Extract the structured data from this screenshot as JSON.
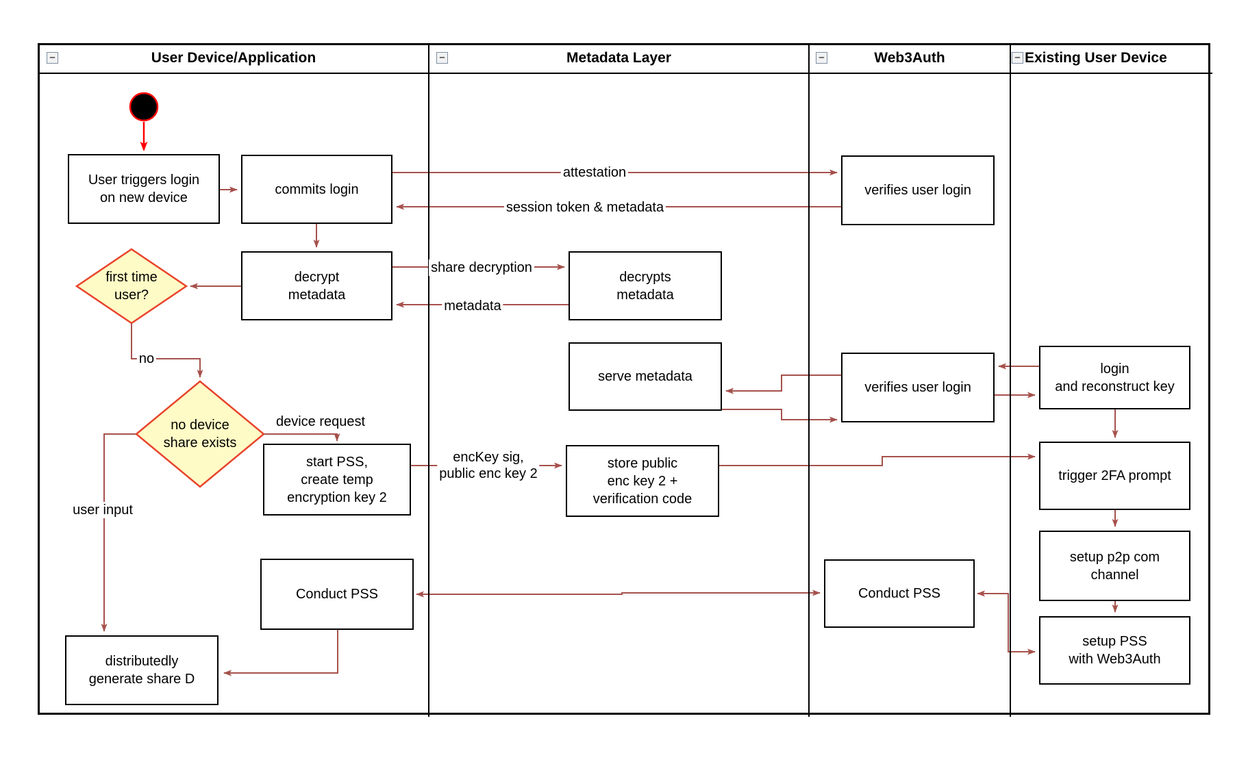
{
  "diagram": {
    "lanes": [
      {
        "label": "User Device/Application"
      },
      {
        "label": "Metadata Layer"
      },
      {
        "label": "Web3Auth"
      },
      {
        "label": "Existing User Device"
      }
    ],
    "collapse_glyph": "−",
    "nodes": {
      "user_triggers_login": "User triggers login\non new device",
      "commits_login": "commits login",
      "decrypt_metadata": "decrypt\nmetadata",
      "first_time_user": "first time\nuser?",
      "no_device_share": "no device\nshare exists",
      "start_pss": "start PSS,\ncreate temp\nencryption key 2",
      "conduct_pss_user": "Conduct PSS",
      "generate_share_d": "distributedly\ngenerate share D",
      "decrypts_metadata": "decrypts\nmetadata",
      "serve_metadata": "serve metadata",
      "store_public_enc": "store public\nenc key 2 +\nverification code",
      "verifies_user_login_1": "verifies user login",
      "verifies_user_login_2": "verifies user login",
      "conduct_pss_web3auth": "Conduct PSS",
      "login_reconstruct": "login\nand reconstruct key",
      "trigger_2fa": "trigger 2FA prompt",
      "setup_p2p": "setup p2p com\nchannel",
      "setup_pss": "setup PSS\nwith Web3Auth"
    },
    "edge_labels": {
      "attestation": "attestation",
      "session_token": "session token & metadata",
      "share_decryption": "share decryption",
      "metadata": "metadata",
      "no": "no",
      "device_request": "device request",
      "enc_key": "encKey sig,\npublic enc key 2",
      "user_input": "user input"
    },
    "colors": {
      "connector": "#a6514c",
      "start_accent": "#ff0000",
      "decision_fill": "#fffbc6",
      "decision_border": "#e8432b",
      "node_border": "#000000"
    }
  }
}
